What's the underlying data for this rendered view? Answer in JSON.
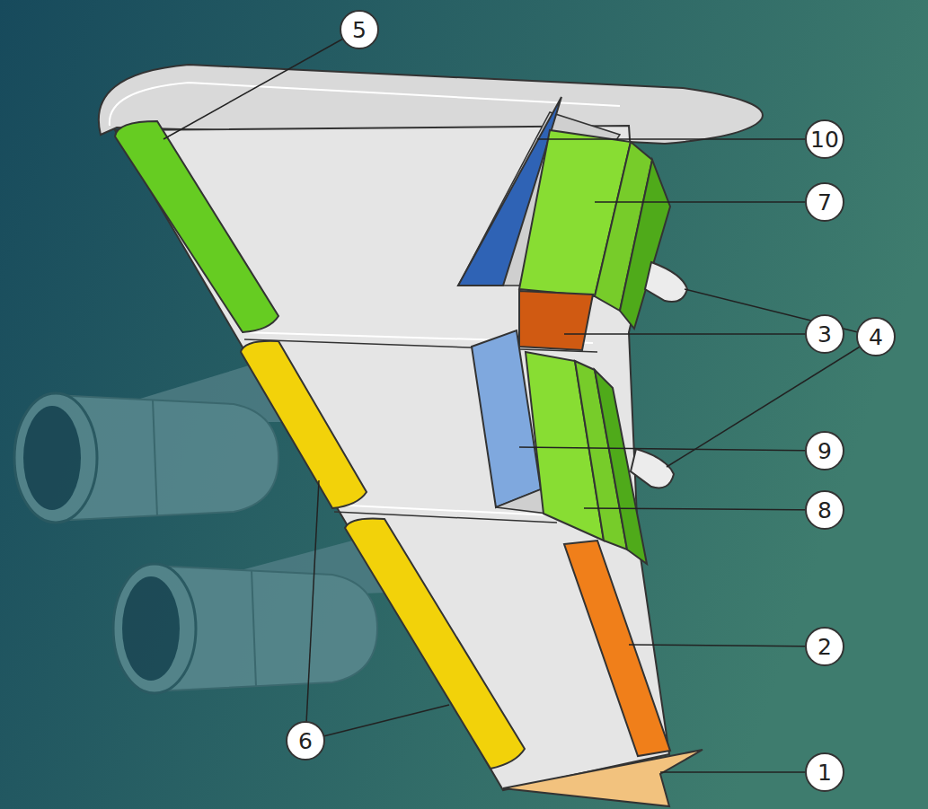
{
  "diagram": {
    "nodes": [
      {
        "text": [
          "5"
        ]
      },
      {
        "text": [
          "10"
        ]
      },
      {
        "text": [
          "7"
        ]
      },
      {
        "text": [
          "3"
        ]
      },
      {
        "text": [
          "4"
        ]
      },
      {
        "text": [
          "9"
        ]
      },
      {
        "text": [
          "8"
        ]
      },
      {
        "text": [
          "2"
        ]
      },
      {
        "text": [
          "6"
        ]
      },
      {
        "text": [
          "1"
        ]
      }
    ],
    "edges": []
  }
}
